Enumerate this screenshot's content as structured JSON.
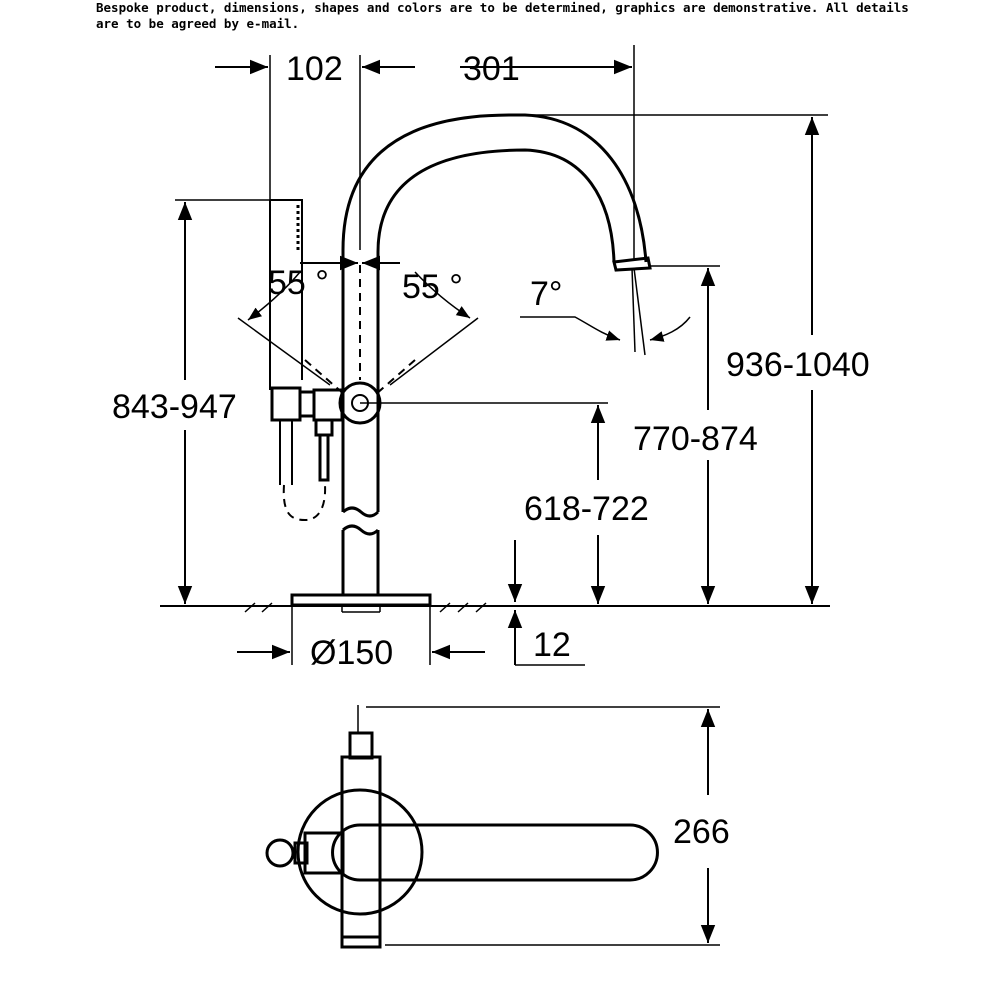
{
  "disclaimer": "Bespoke product, dimensions, shapes and colors are to be determined, graphics are demonstrative. All details are to be agreed by e-mail.",
  "dimensions": {
    "offset_left": "102",
    "spout_reach": "301",
    "angle_left": "55 °",
    "angle_right": "55 °",
    "spout_angle": "7°",
    "total_height": "936-1040",
    "outlet_height": "770-874",
    "handshower_height": "843-947",
    "lever_height": "618-722",
    "base_diameter": "Ø150",
    "floor_thickness": "12",
    "plan_depth": "266"
  }
}
